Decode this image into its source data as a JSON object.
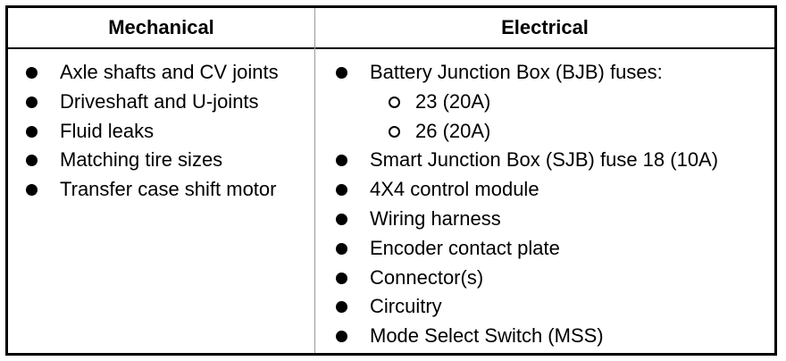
{
  "table": {
    "headers": {
      "mechanical": "Mechanical",
      "electrical": "Electrical"
    },
    "mechanical_items": [
      "Axle shafts and CV joints",
      "Driveshaft and U-joints",
      "Fluid leaks",
      "Matching tire sizes",
      "Transfer case shift motor"
    ],
    "electrical_items": [
      {
        "text": "Battery Junction Box (BJB) fuses:",
        "level": 1
      },
      {
        "text": "23 (20A)",
        "level": 2
      },
      {
        "text": "26 (20A)",
        "level": 2
      },
      {
        "text": "Smart Junction Box (SJB) fuse 18 (10A)",
        "level": 1
      },
      {
        "text": "4X4 control module",
        "level": 1
      },
      {
        "text": "Wiring harness",
        "level": 1
      },
      {
        "text": "Encoder contact plate",
        "level": 1
      },
      {
        "text": "Connector(s)",
        "level": 1
      },
      {
        "text": "Circuitry",
        "level": 1
      },
      {
        "text": "Mode Select Switch (MSS)",
        "level": 1
      }
    ]
  }
}
